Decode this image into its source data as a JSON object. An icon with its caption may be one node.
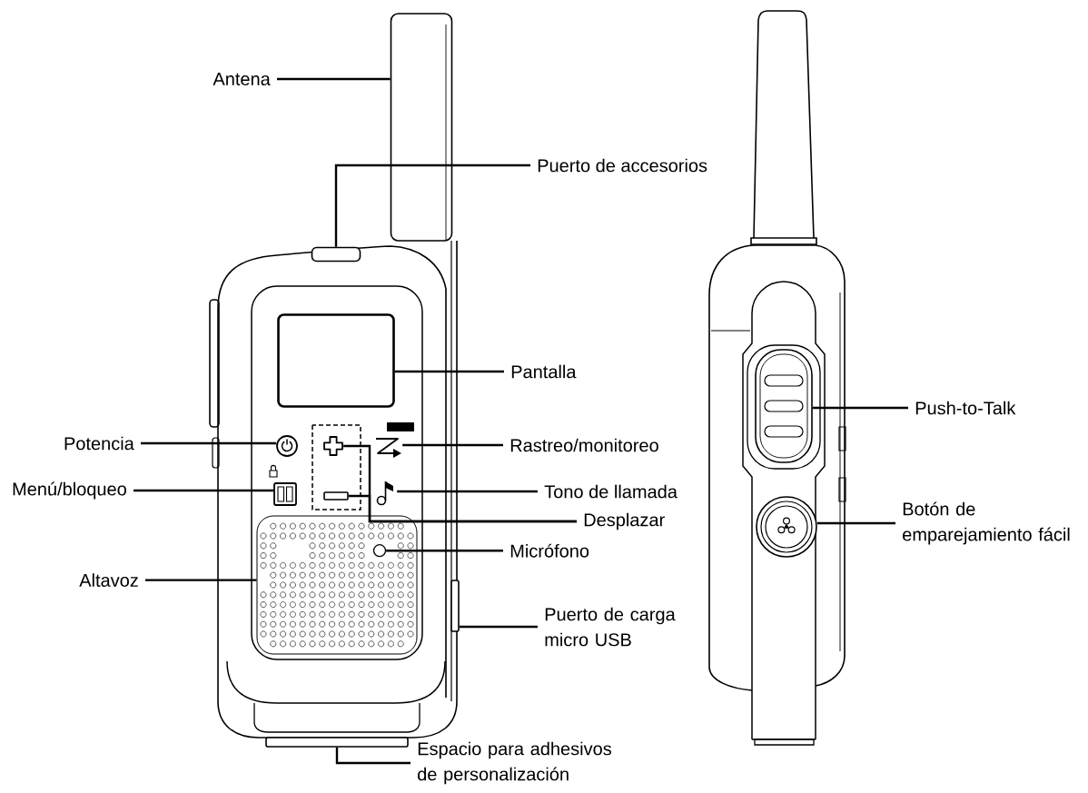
{
  "diagram": {
    "nodes": [
      {
        "text": [
          "Antena"
        ]
      },
      {
        "text": [
          "Puerto de accesorios"
        ]
      },
      {
        "text": [
          "Pantalla"
        ]
      },
      {
        "text": [
          "Potencia"
        ]
      },
      {
        "text": [
          "Rastreo/monitoreo"
        ]
      },
      {
        "text": [
          "Menú/bloqueo"
        ]
      },
      {
        "text": [
          "Tono de llamada"
        ]
      },
      {
        "text": [
          "Desplazar"
        ]
      },
      {
        "text": [
          "Micrófono"
        ]
      },
      {
        "text": [
          "Altavoz"
        ]
      },
      {
        "text": [
          "Puerto de carga micro USB"
        ]
      },
      {
        "text": [
          "Espacio para adhesivos de personalización"
        ]
      },
      {
        "text": [
          "Push-to-Talk"
        ]
      },
      {
        "text": [
          "Botón de emparejamiento fácil"
        ]
      },
      {
        "text": [],
        "shape": "bar"
      },
      {
        "text": [],
        "shape": "box"
      },
      {
        "text": [],
        "shape": "box"
      },
      {
        "text": [],
        "shape": "circle"
      },
      {
        "text": [],
        "shape": "cross"
      },
      {
        "text": [],
        "shape": "picture"
      },
      {
        "text": [],
        "shape": "box"
      },
      {
        "text": [],
        "shape": "box"
      },
      {
        "text": [],
        "shape": "picture"
      },
      {
        "text": [],
        "shape": "box"
      },
      {
        "text": [],
        "shape": "circle",
        "in": 23
      },
      {
        "text": [],
        "shape": "box"
      },
      {
        "text": [],
        "shape": "box"
      },
      {
        "text": [],
        "shape": "box"
      },
      {
        "text": [],
        "shape": "circle"
      }
    ],
    "edges": [
      {
        "from": 0,
        "to": 14,
        "arrow": "none"
      },
      {
        "from": 1,
        "to": 15,
        "arrow": "none"
      },
      {
        "from": 2,
        "to": 16,
        "arrow": "none"
      },
      {
        "from": 3,
        "to": 17,
        "arrow": "none"
      },
      {
        "from": 4,
        "to": 19,
        "arrow": "none"
      },
      {
        "from": 5,
        "to": 20,
        "arrow": "none"
      },
      {
        "from": 6,
        "to": 22,
        "arrow": "none"
      },
      {
        "from": 7,
        "to": 18,
        "arrow": "none"
      },
      {
        "from": 7,
        "to": 21,
        "arrow": "none"
      },
      {
        "from": 8,
        "to": 24,
        "arrow": "none"
      },
      {
        "from": 9,
        "to": 23,
        "arrow": "none"
      },
      {
        "from": 10,
        "to": 25,
        "arrow": "none"
      },
      {
        "from": 11,
        "to": 26,
        "arrow": "none"
      },
      {
        "from": 12,
        "to": 27,
        "arrow": "none"
      },
      {
        "from": 13,
        "to": 28,
        "arrow": "none"
      }
    ]
  }
}
